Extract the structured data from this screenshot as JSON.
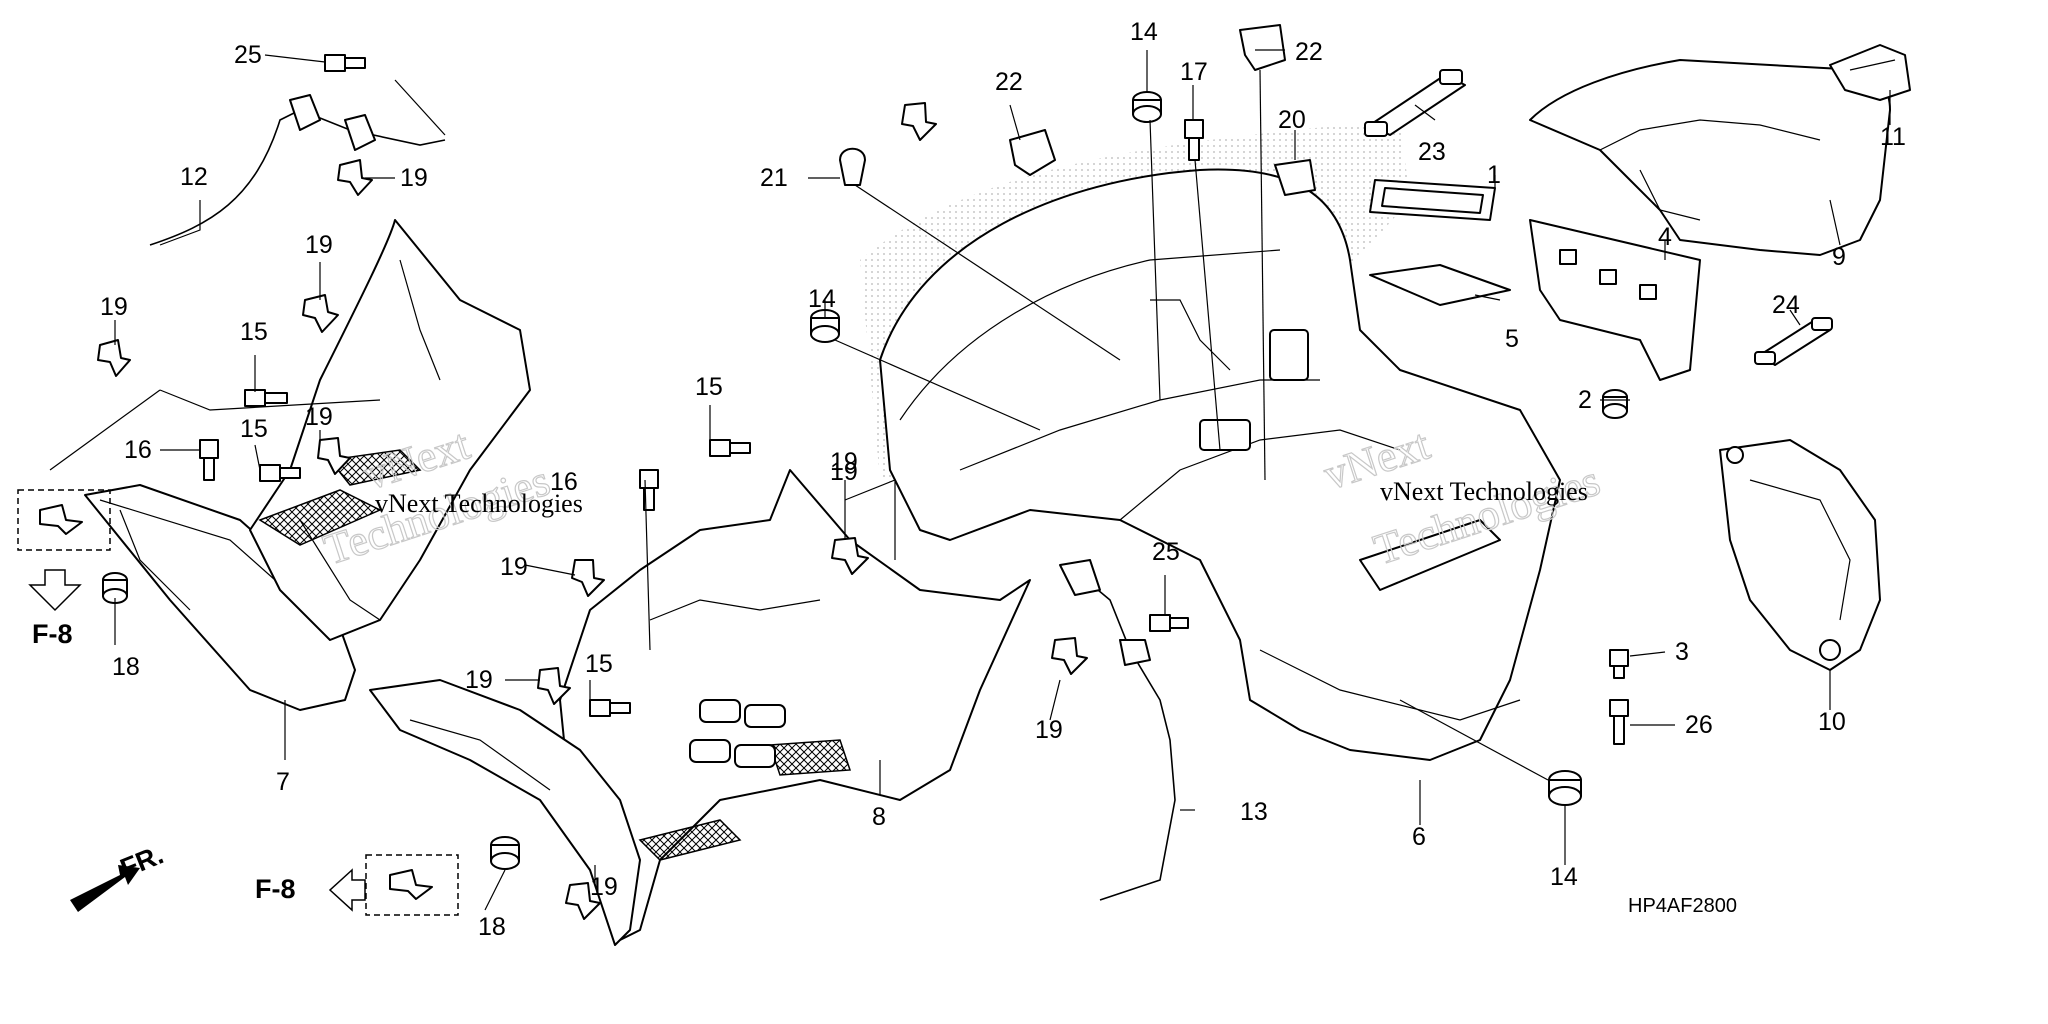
{
  "diagram": {
    "code": "HP4AF2800",
    "watermark_line1": "vNext",
    "watermark_line2": "Technologies",
    "watermark_full": "vNext Technologies",
    "front_label": "FR.",
    "ref_label": "F-8",
    "callouts": [
      {
        "id": "c25a",
        "label": "25"
      },
      {
        "id": "c12",
        "label": "12"
      },
      {
        "id": "c19a",
        "label": "19"
      },
      {
        "id": "c19b",
        "label": "19"
      },
      {
        "id": "c19c",
        "label": "19"
      },
      {
        "id": "c15a",
        "label": "15"
      },
      {
        "id": "c16a",
        "label": "16"
      },
      {
        "id": "c15b",
        "label": "15"
      },
      {
        "id": "c19d",
        "label": "19"
      },
      {
        "id": "c18a",
        "label": "18"
      },
      {
        "id": "c7",
        "label": "7"
      },
      {
        "id": "c15c",
        "label": "15"
      },
      {
        "id": "c16b",
        "label": "16"
      },
      {
        "id": "c19e",
        "label": "19"
      },
      {
        "id": "c19f",
        "label": "19"
      },
      {
        "id": "c15d",
        "label": "15"
      },
      {
        "id": "c18b",
        "label": "18"
      },
      {
        "id": "c19g",
        "label": "19"
      },
      {
        "id": "c8",
        "label": "8"
      },
      {
        "id": "c19h",
        "label": "19"
      },
      {
        "id": "c21",
        "label": "21"
      },
      {
        "id": "c22a",
        "label": "22"
      },
      {
        "id": "c14a",
        "label": "14"
      },
      {
        "id": "c17",
        "label": "17"
      },
      {
        "id": "c22b",
        "label": "22"
      },
      {
        "id": "c20",
        "label": "20"
      },
      {
        "id": "c23",
        "label": "23"
      },
      {
        "id": "c1",
        "label": "1"
      },
      {
        "id": "c5",
        "label": "5"
      },
      {
        "id": "c14b",
        "label": "14"
      },
      {
        "id": "c19i",
        "label": "19"
      },
      {
        "id": "c25b",
        "label": "25"
      },
      {
        "id": "c19j",
        "label": "19"
      },
      {
        "id": "c13",
        "label": "13"
      },
      {
        "id": "c6",
        "label": "6"
      },
      {
        "id": "c14c",
        "label": "14"
      },
      {
        "id": "c2",
        "label": "2"
      },
      {
        "id": "c11",
        "label": "11"
      },
      {
        "id": "c9",
        "label": "9"
      },
      {
        "id": "c4",
        "label": "4"
      },
      {
        "id": "c24",
        "label": "24"
      },
      {
        "id": "c3",
        "label": "3"
      },
      {
        "id": "c26",
        "label": "26"
      },
      {
        "id": "c10",
        "label": "10"
      }
    ]
  }
}
